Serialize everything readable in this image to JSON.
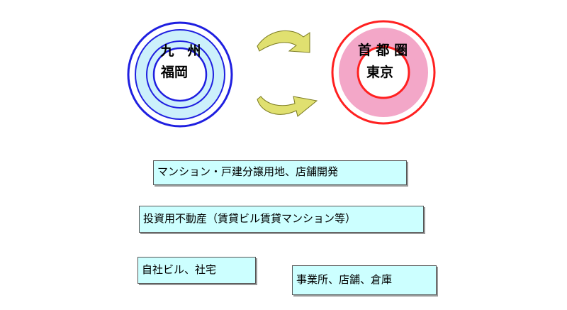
{
  "left_ring": {
    "outer_label": "九　州",
    "inner_label": "福岡",
    "stroke_color": "#1f1fe0",
    "fill_color": "#ccf0fb"
  },
  "right_ring": {
    "outer_label": "首 都 圏",
    "inner_label": "東京",
    "stroke_color": "#ff2020",
    "fill_color": "#f3a7c8"
  },
  "arrows": {
    "color": "#e0e070",
    "icons": [
      "curved-arrow-right-icon",
      "curved-arrow-left-icon"
    ]
  },
  "boxes": {
    "condo_development": "マンション・戸建分譲用地、店舗開発",
    "investment_real_estate": "投資用不動産（賃貸ビル賃貸マンション等）",
    "company_buildings": "自社ビル、社宅",
    "offices_stores": "事業所、店舗、倉庫"
  },
  "box_color": "#ccffff"
}
